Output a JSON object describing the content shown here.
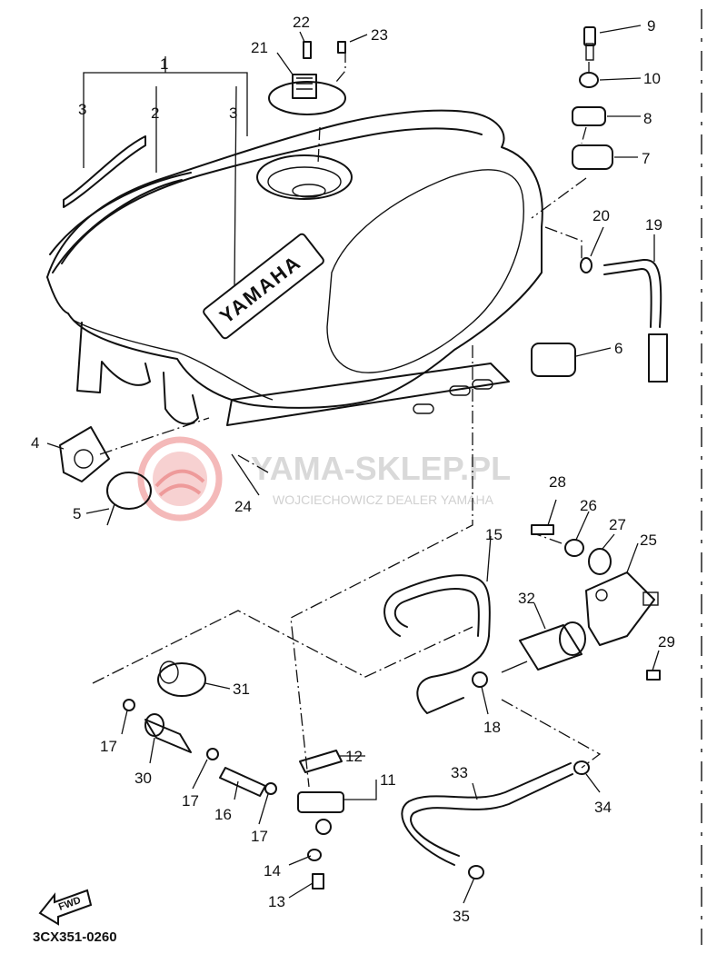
{
  "diagram": {
    "code": "3CX351-0260",
    "fwd_label": "FWD",
    "tank_badge": "YAMAHA",
    "watermark": {
      "title": "YAMA-SKLEP.PL",
      "subtitle": "WOJCIECHOWICZ DEALER YAMAHA",
      "color": "#e23a3a"
    },
    "callouts": [
      "1",
      "2",
      "3",
      "3",
      "4",
      "5",
      "6",
      "7",
      "8",
      "9",
      "10",
      "11",
      "12",
      "13",
      "14",
      "15",
      "16",
      "17",
      "17",
      "17",
      "18",
      "19",
      "20",
      "21",
      "22",
      "23",
      "24",
      "25",
      "26",
      "27",
      "28",
      "29",
      "30",
      "31",
      "32",
      "33",
      "34",
      "35"
    ]
  }
}
